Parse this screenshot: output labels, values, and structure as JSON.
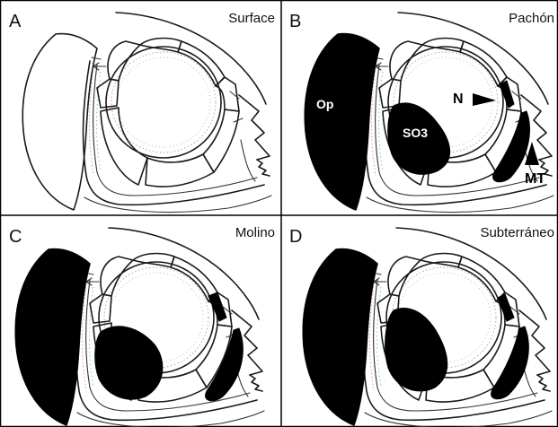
{
  "figure": {
    "panels": [
      {
        "letter": "A",
        "title": "Surface",
        "labels": []
      },
      {
        "letter": "B",
        "title": "Pachón",
        "labels": [
          {
            "key": "op",
            "text": "Op"
          },
          {
            "key": "so3",
            "text": "SO3"
          },
          {
            "key": "n",
            "text": "N"
          },
          {
            "key": "mt",
            "text": "MT"
          }
        ]
      },
      {
        "letter": "C",
        "title": "Molino",
        "labels": []
      },
      {
        "letter": "D",
        "title": "Subterráneo",
        "labels": []
      }
    ],
    "colors": {
      "ink": "#1a1a1a",
      "fill_dark": "#000000",
      "background": "#ffffff"
    }
  }
}
